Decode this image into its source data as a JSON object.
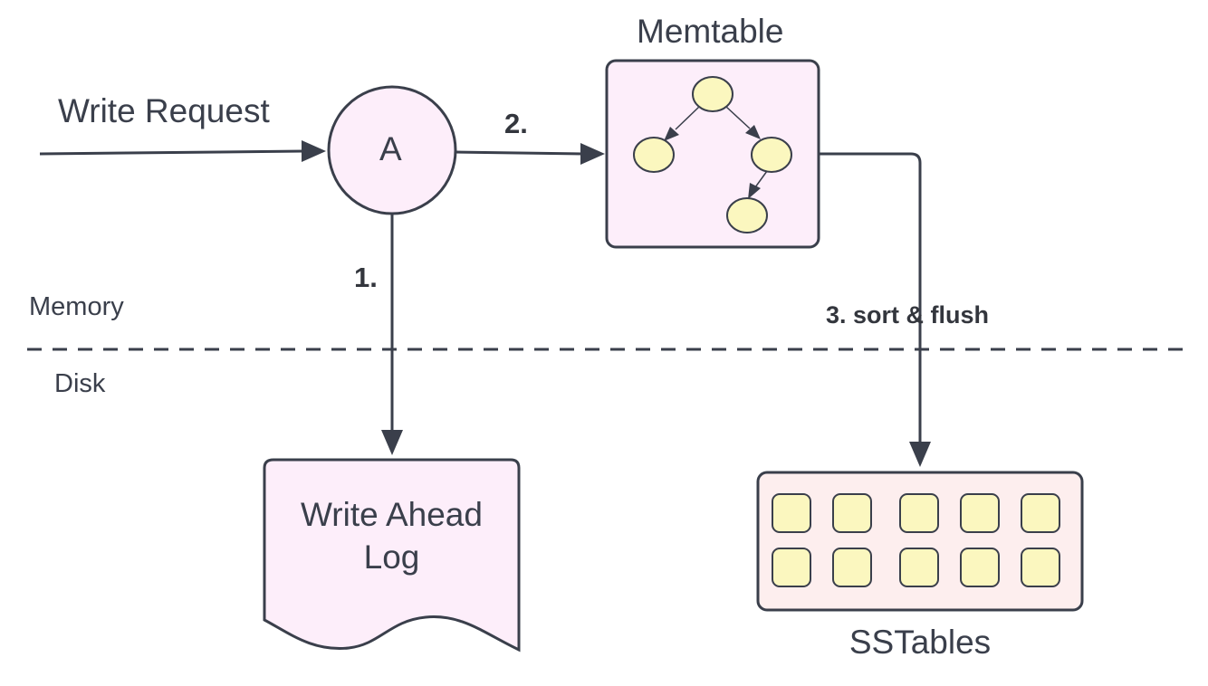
{
  "labels": {
    "write_request": "Write Request",
    "node_a": "A",
    "memtable": "Memtable",
    "step1": "1.",
    "step2": "2.",
    "step3": "3. sort & flush",
    "memory": "Memory",
    "disk": "Disk",
    "wal_line1": "Write Ahead",
    "wal_line2": "Log",
    "sstables": "SSTables"
  },
  "colors": {
    "stroke": "#3a3f4b",
    "pink_fill": "#fdeefa",
    "peach_fill": "#fdeeee",
    "yellow_fill": "#fbf7bf"
  }
}
